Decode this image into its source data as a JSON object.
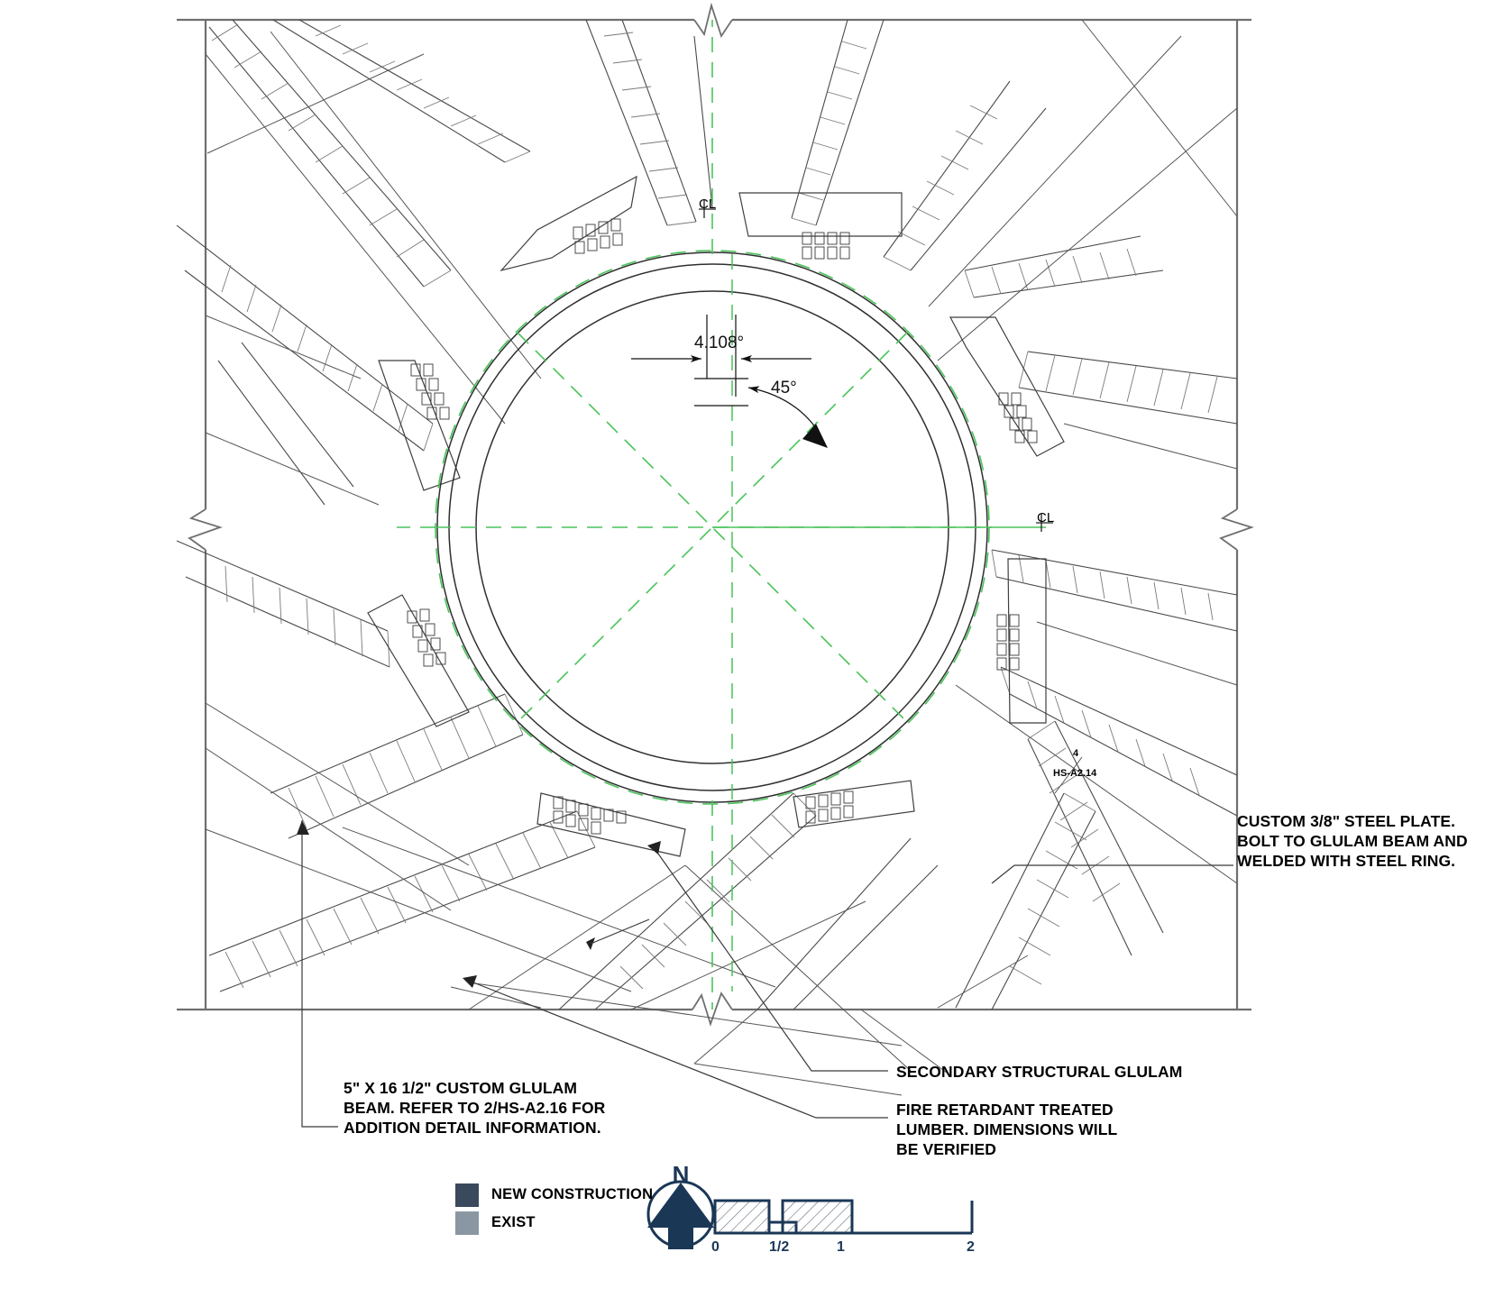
{
  "drawing": {
    "title": "Structural roof framing plan detail - circular steel ring with radial glulam beams",
    "dimensions": {
      "offset_angle": "4.108°",
      "radial_angle": "45°"
    },
    "centerline_marks": [
      {
        "id": "cl-top",
        "label": "CL"
      },
      {
        "id": "cl-right",
        "label": "CL"
      }
    ],
    "detail_tag": {
      "number": "4",
      "sheet": "HS-A2.14"
    }
  },
  "annotations": [
    {
      "id": "steel-plate-note",
      "text": "CUSTOM 3/8\" STEEL PLATE. BOLT TO GLULAM BEAM AND WELDED WITH STEEL RING."
    },
    {
      "id": "glulam-beam-note",
      "text": "5\" X 16 1/2\" CUSTOM GLULAM BEAM. REFER TO 2/HS-A2.16 FOR ADDITION DETAIL INFORMATION."
    },
    {
      "id": "secondary-glulam-note",
      "text": "SECONDARY STRUCTURAL GLULAM"
    },
    {
      "id": "fire-retardant-note",
      "text": "FIRE RETARDANT TREATED LUMBER. DIMENSIONS WILL BE VERIFIED"
    }
  ],
  "legend": {
    "items": [
      {
        "label": "NEW CONSTRUCTION",
        "color": "#3a4a5c"
      },
      {
        "label": "EXIST",
        "color": "#8a97a3"
      }
    ]
  },
  "north_arrow": {
    "label": "N",
    "color": "#1b3756"
  },
  "scale_bar": {
    "color": "#1b3756",
    "ticks": [
      "0",
      "1/2",
      "1",
      "2"
    ]
  },
  "colors": {
    "line": "#3a3a3a",
    "thin_line": "#6b6b6b",
    "green_centerline": "#49c35a",
    "text": "#000000",
    "new_construction": "#3a4a5c",
    "exist": "#8a97a3",
    "navy": "#1b3756"
  }
}
